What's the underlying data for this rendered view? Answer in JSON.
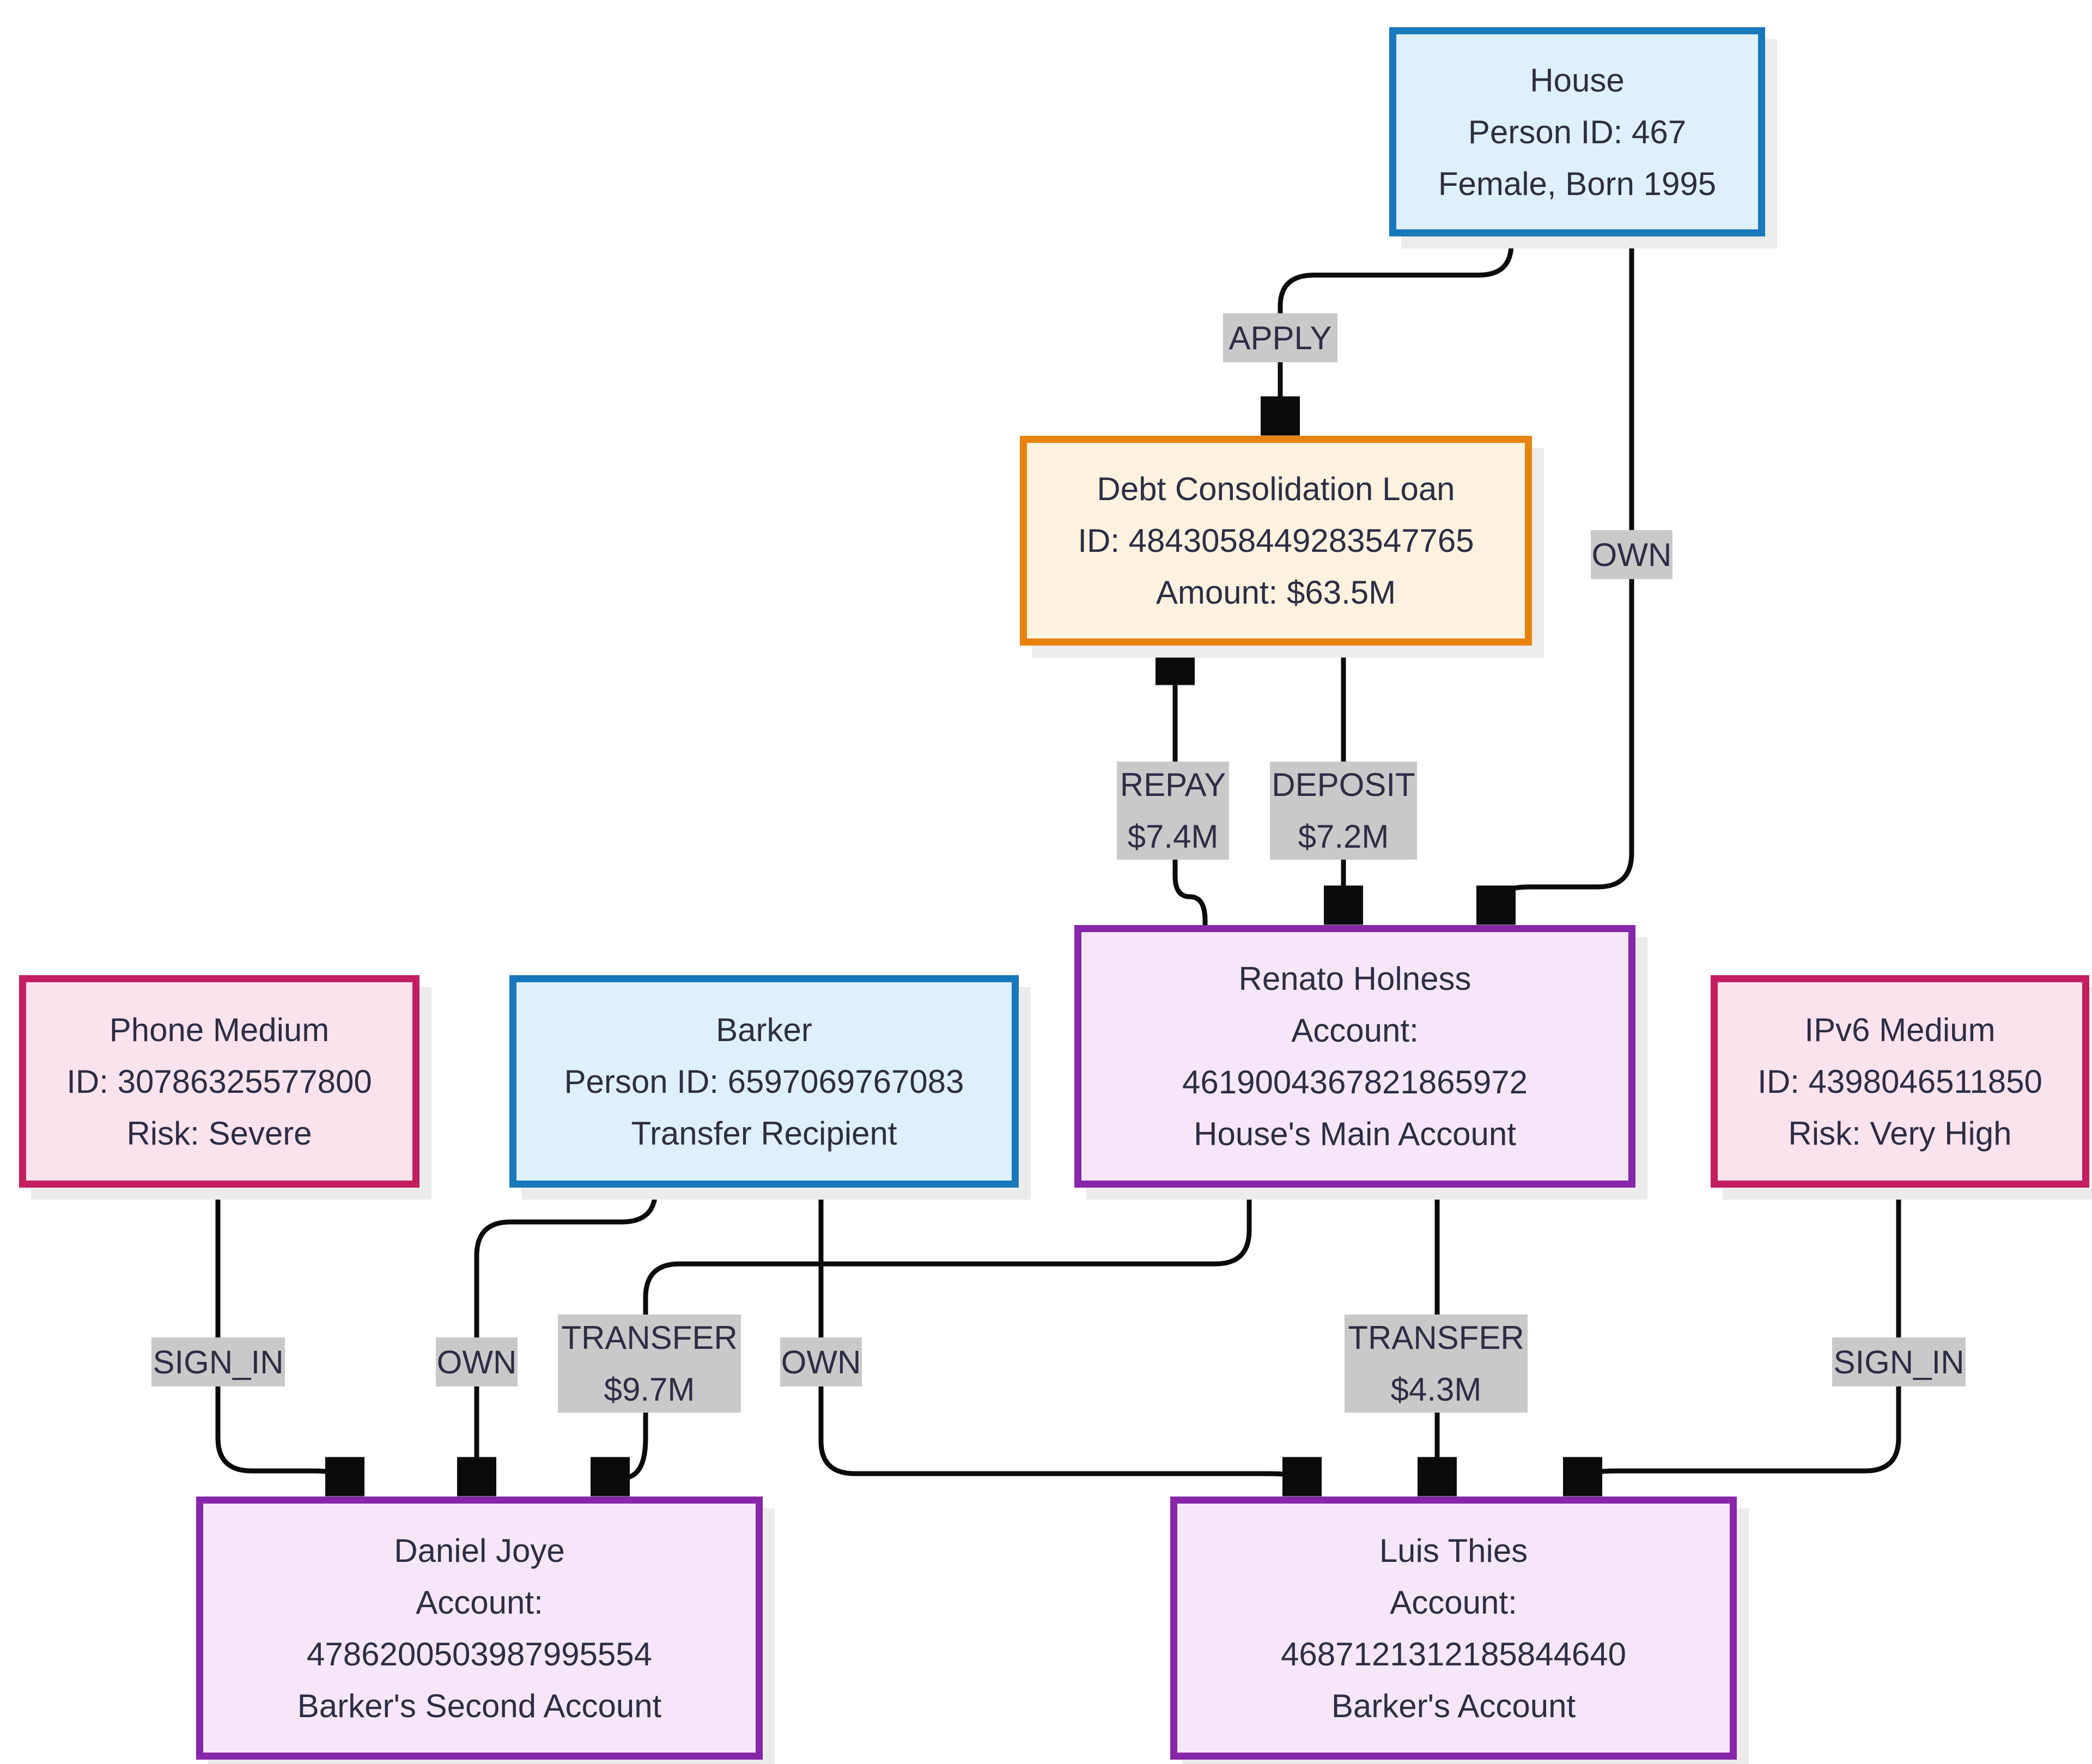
{
  "palette": {
    "person_border": "#1878bc",
    "person_fill": "#def0fb",
    "loan_border": "#e8830d",
    "loan_fill": "#fcf2e0",
    "account_border": "#8726a8",
    "account_fill": "#f5e7f7",
    "medium_border": "#c31e5d",
    "medium_fill": "#fbe3ee",
    "edge_line": "#0b0b0b",
    "edge_label_bg": "#c9c9c9",
    "text": "#2d2d44",
    "shadow": "#ececec",
    "background": "#ffffff"
  },
  "nodes": [
    {
      "id": "house",
      "type": "person",
      "lines": [
        "House",
        "Person ID: 467",
        "Female, Born 1995"
      ]
    },
    {
      "id": "debt-consolidation-loan",
      "type": "loan",
      "lines": [
        "Debt Consolidation Loan",
        "ID: 4843058449283547765",
        "Amount: $63.5M"
      ]
    },
    {
      "id": "renato-holness-account",
      "type": "account",
      "lines": [
        "Renato Holness",
        "Account:",
        "4619004367821865972",
        "House's Main Account"
      ]
    },
    {
      "id": "phone-medium",
      "type": "medium",
      "lines": [
        "Phone Medium",
        "ID: 30786325577800",
        "Risk: Severe"
      ]
    },
    {
      "id": "barker",
      "type": "person",
      "lines": [
        "Barker",
        "Person ID: 6597069767083",
        "Transfer Recipient"
      ]
    },
    {
      "id": "ipv6-medium",
      "type": "medium",
      "lines": [
        "IPv6 Medium",
        "ID: 4398046511850",
        "Risk: Very High"
      ]
    },
    {
      "id": "daniel-joye-account",
      "type": "account",
      "lines": [
        "Daniel Joye",
        "Account:",
        "4786200503987995554",
        "Barker's Second Account"
      ]
    },
    {
      "id": "luis-thies-account",
      "type": "account",
      "lines": [
        "Luis Thies",
        "Account:",
        "4687121312185844640",
        "Barker's Account"
      ]
    }
  ],
  "edge_labels": [
    {
      "id": "apply",
      "lines": [
        "APPLY"
      ]
    },
    {
      "id": "own-house",
      "lines": [
        "OWN"
      ]
    },
    {
      "id": "repay",
      "lines": [
        "REPAY",
        "$7.4M"
      ]
    },
    {
      "id": "deposit",
      "lines": [
        "DEPOSIT",
        "$7.2M"
      ]
    },
    {
      "id": "sign-in-phone",
      "lines": [
        "SIGN_IN"
      ]
    },
    {
      "id": "own-barker-daniel",
      "lines": [
        "OWN"
      ]
    },
    {
      "id": "transfer-daniel",
      "lines": [
        "TRANSFER",
        "$9.7M"
      ]
    },
    {
      "id": "own-barker-luis",
      "lines": [
        "OWN"
      ]
    },
    {
      "id": "transfer-luis",
      "lines": [
        "TRANSFER",
        "$4.3M"
      ]
    },
    {
      "id": "sign-in-ipv6",
      "lines": [
        "SIGN_IN"
      ]
    }
  ]
}
